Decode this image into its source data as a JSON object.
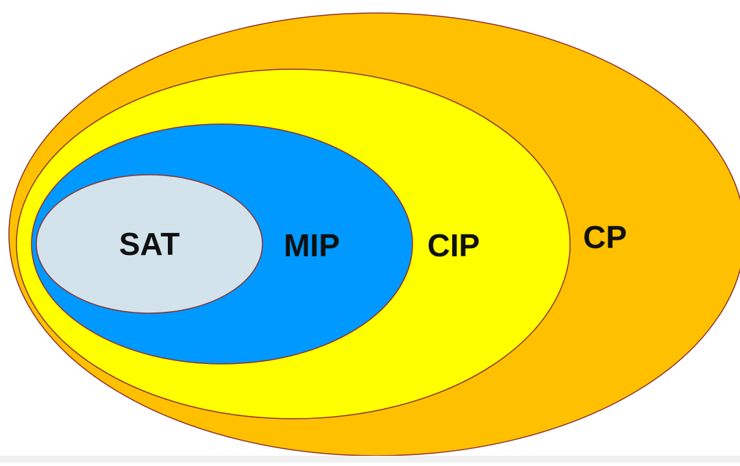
{
  "diagram": {
    "sets": [
      {
        "id": "cp",
        "label": "CP",
        "fill": "#FFC000"
      },
      {
        "id": "cip",
        "label": "CIP",
        "fill": "#FFFF00"
      },
      {
        "id": "mip",
        "label": "MIP",
        "fill": "#0099FF"
      },
      {
        "id": "sat",
        "label": "SAT",
        "fill": "#D2E3EC"
      }
    ],
    "outline_color": "#8B2E2E",
    "label_color": "#111111"
  }
}
